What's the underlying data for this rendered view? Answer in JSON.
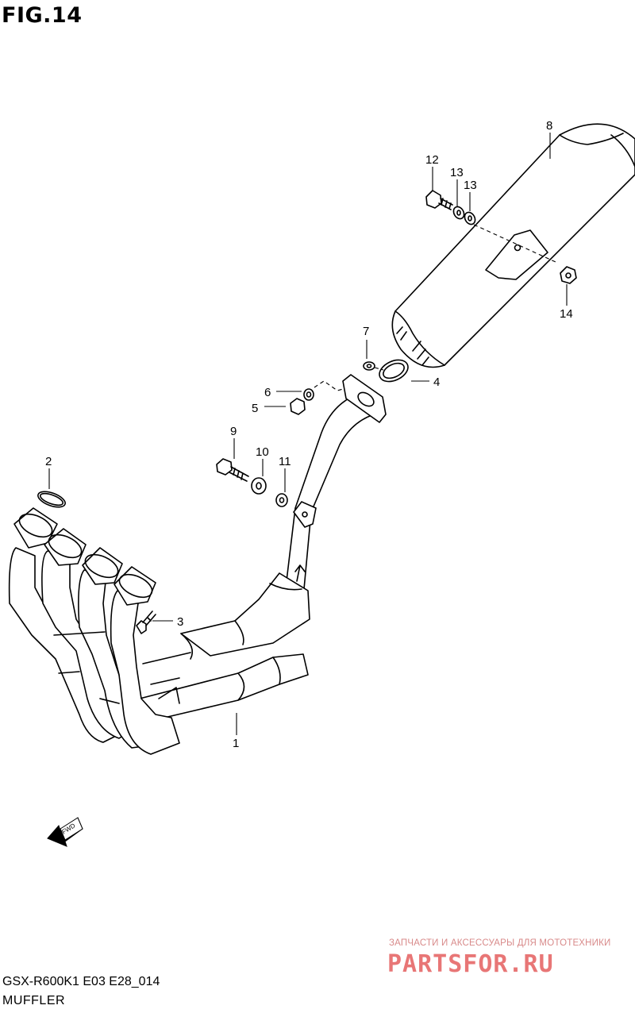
{
  "figure": {
    "title": "FIG.14",
    "model_code": "GSX-R600K1 E03 E28_014",
    "section_name": "MUFFLER"
  },
  "parts": [
    {
      "id": "p1",
      "number": "1"
    },
    {
      "id": "p2",
      "number": "2"
    },
    {
      "id": "p3",
      "number": "3"
    },
    {
      "id": "p4",
      "number": "4"
    },
    {
      "id": "p5",
      "number": "5"
    },
    {
      "id": "p6",
      "number": "6"
    },
    {
      "id": "p7",
      "number": "7"
    },
    {
      "id": "p8",
      "number": "8"
    },
    {
      "id": "p9",
      "number": "9"
    },
    {
      "id": "p10",
      "number": "10"
    },
    {
      "id": "p11",
      "number": "11"
    },
    {
      "id": "p12",
      "number": "12"
    },
    {
      "id": "p13a",
      "number": "13"
    },
    {
      "id": "p13b",
      "number": "13"
    },
    {
      "id": "p14",
      "number": "14"
    }
  ],
  "fwd_arrow": {
    "label": "FWD",
    "icon": "fwd-arrow-icon"
  },
  "watermark": {
    "tagline": "ЗАПЧАСТИ И АКСЕССУАРЫ ДЛЯ МОТОТЕХНИКИ",
    "brand": "PARTSFOR.RU",
    "color": "#e04848"
  },
  "colors": {
    "line": "#000000",
    "background": "#ffffff"
  }
}
